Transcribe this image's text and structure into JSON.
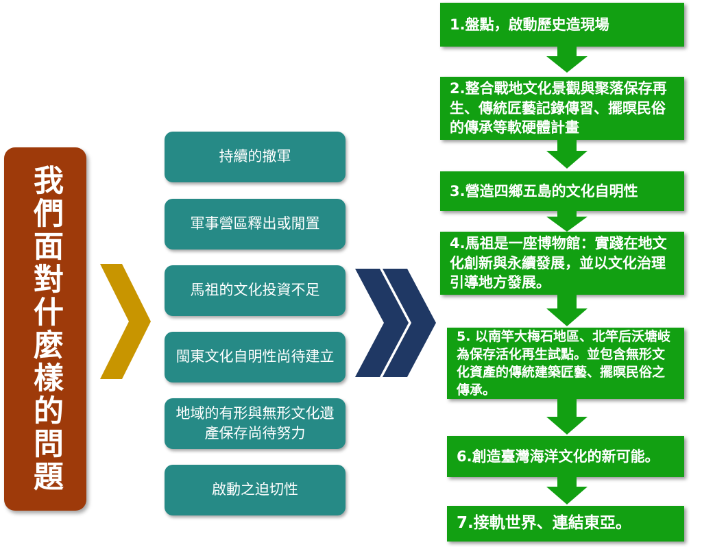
{
  "title": "我們面對什麼樣的問題",
  "problems": [
    "持續的撤軍",
    "軍事營區釋出或閒置",
    "馬祖的文化投資不足",
    "閩東文化自明性尚待建立",
    "地域的有形與無形文化遺產保存尚待努力",
    "啟動之迫切性"
  ],
  "steps": [
    "1.盤點，啟動歷史造現場",
    "2.整合戰地文化景觀與聚落保存再生、傳統匠藝記錄傳習、擺暝民俗的傳承等軟硬體計畫",
    "3.營造四鄉五島的文化自明性",
    "4.馬祖是一座博物館：實踐在地文化創新與永續發展，並以文化治理引導地方發展。",
    "5. 以南竿大梅石地區、北竿后沃塘岐為保存活化再生試點。並包含無形文化資產的傳統建築匠藝、擺暝民俗之傳承。",
    "6.創造臺灣海洋文化的新可能。",
    "7.接軌世界、連結東亞。"
  ],
  "colors": {
    "title_bg": "#9e3a0a",
    "problem_bg": "#268a86",
    "step_bg": "#12a012",
    "chevron_gold": "#c89500",
    "chevron_navy": "#1f3864"
  }
}
